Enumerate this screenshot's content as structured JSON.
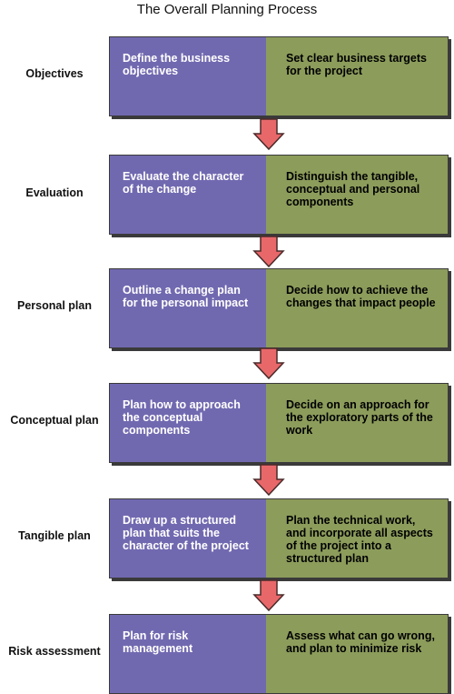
{
  "title": "The Overall Planning Process",
  "stages": [
    {
      "label": "Objectives",
      "action": "Define the business objectives",
      "detail": "Set clear business targets for the project"
    },
    {
      "label": "Evaluation",
      "action": "Evaluate the character of the change",
      "detail": "Distinguish the tangible, conceptual and personal components"
    },
    {
      "label": "Personal plan",
      "action": "Outline a change plan for the personal impact",
      "detail": "Decide how to achieve the changes that impact people"
    },
    {
      "label": "Conceptual plan",
      "action": "Plan how to approach the conceptual components",
      "detail": "Decide on an approach for the exploratory parts of the work"
    },
    {
      "label": "Tangible plan",
      "action": "Draw up a structured plan that suits the character of the project",
      "detail": "Plan the technical work, and incorporate all aspects of the project into a structured plan"
    },
    {
      "label": "Risk assessment",
      "action": "Plan for risk management",
      "detail": "Assess what can go wrong, and plan to minimize risk"
    }
  ],
  "colors": {
    "action_box": "#7169b0",
    "detail_box": "#8c9c5b",
    "arrow_fill": "#e8686a",
    "arrow_stroke": "#4a2a2a"
  },
  "icons": {
    "connector": "down-arrow-icon"
  }
}
